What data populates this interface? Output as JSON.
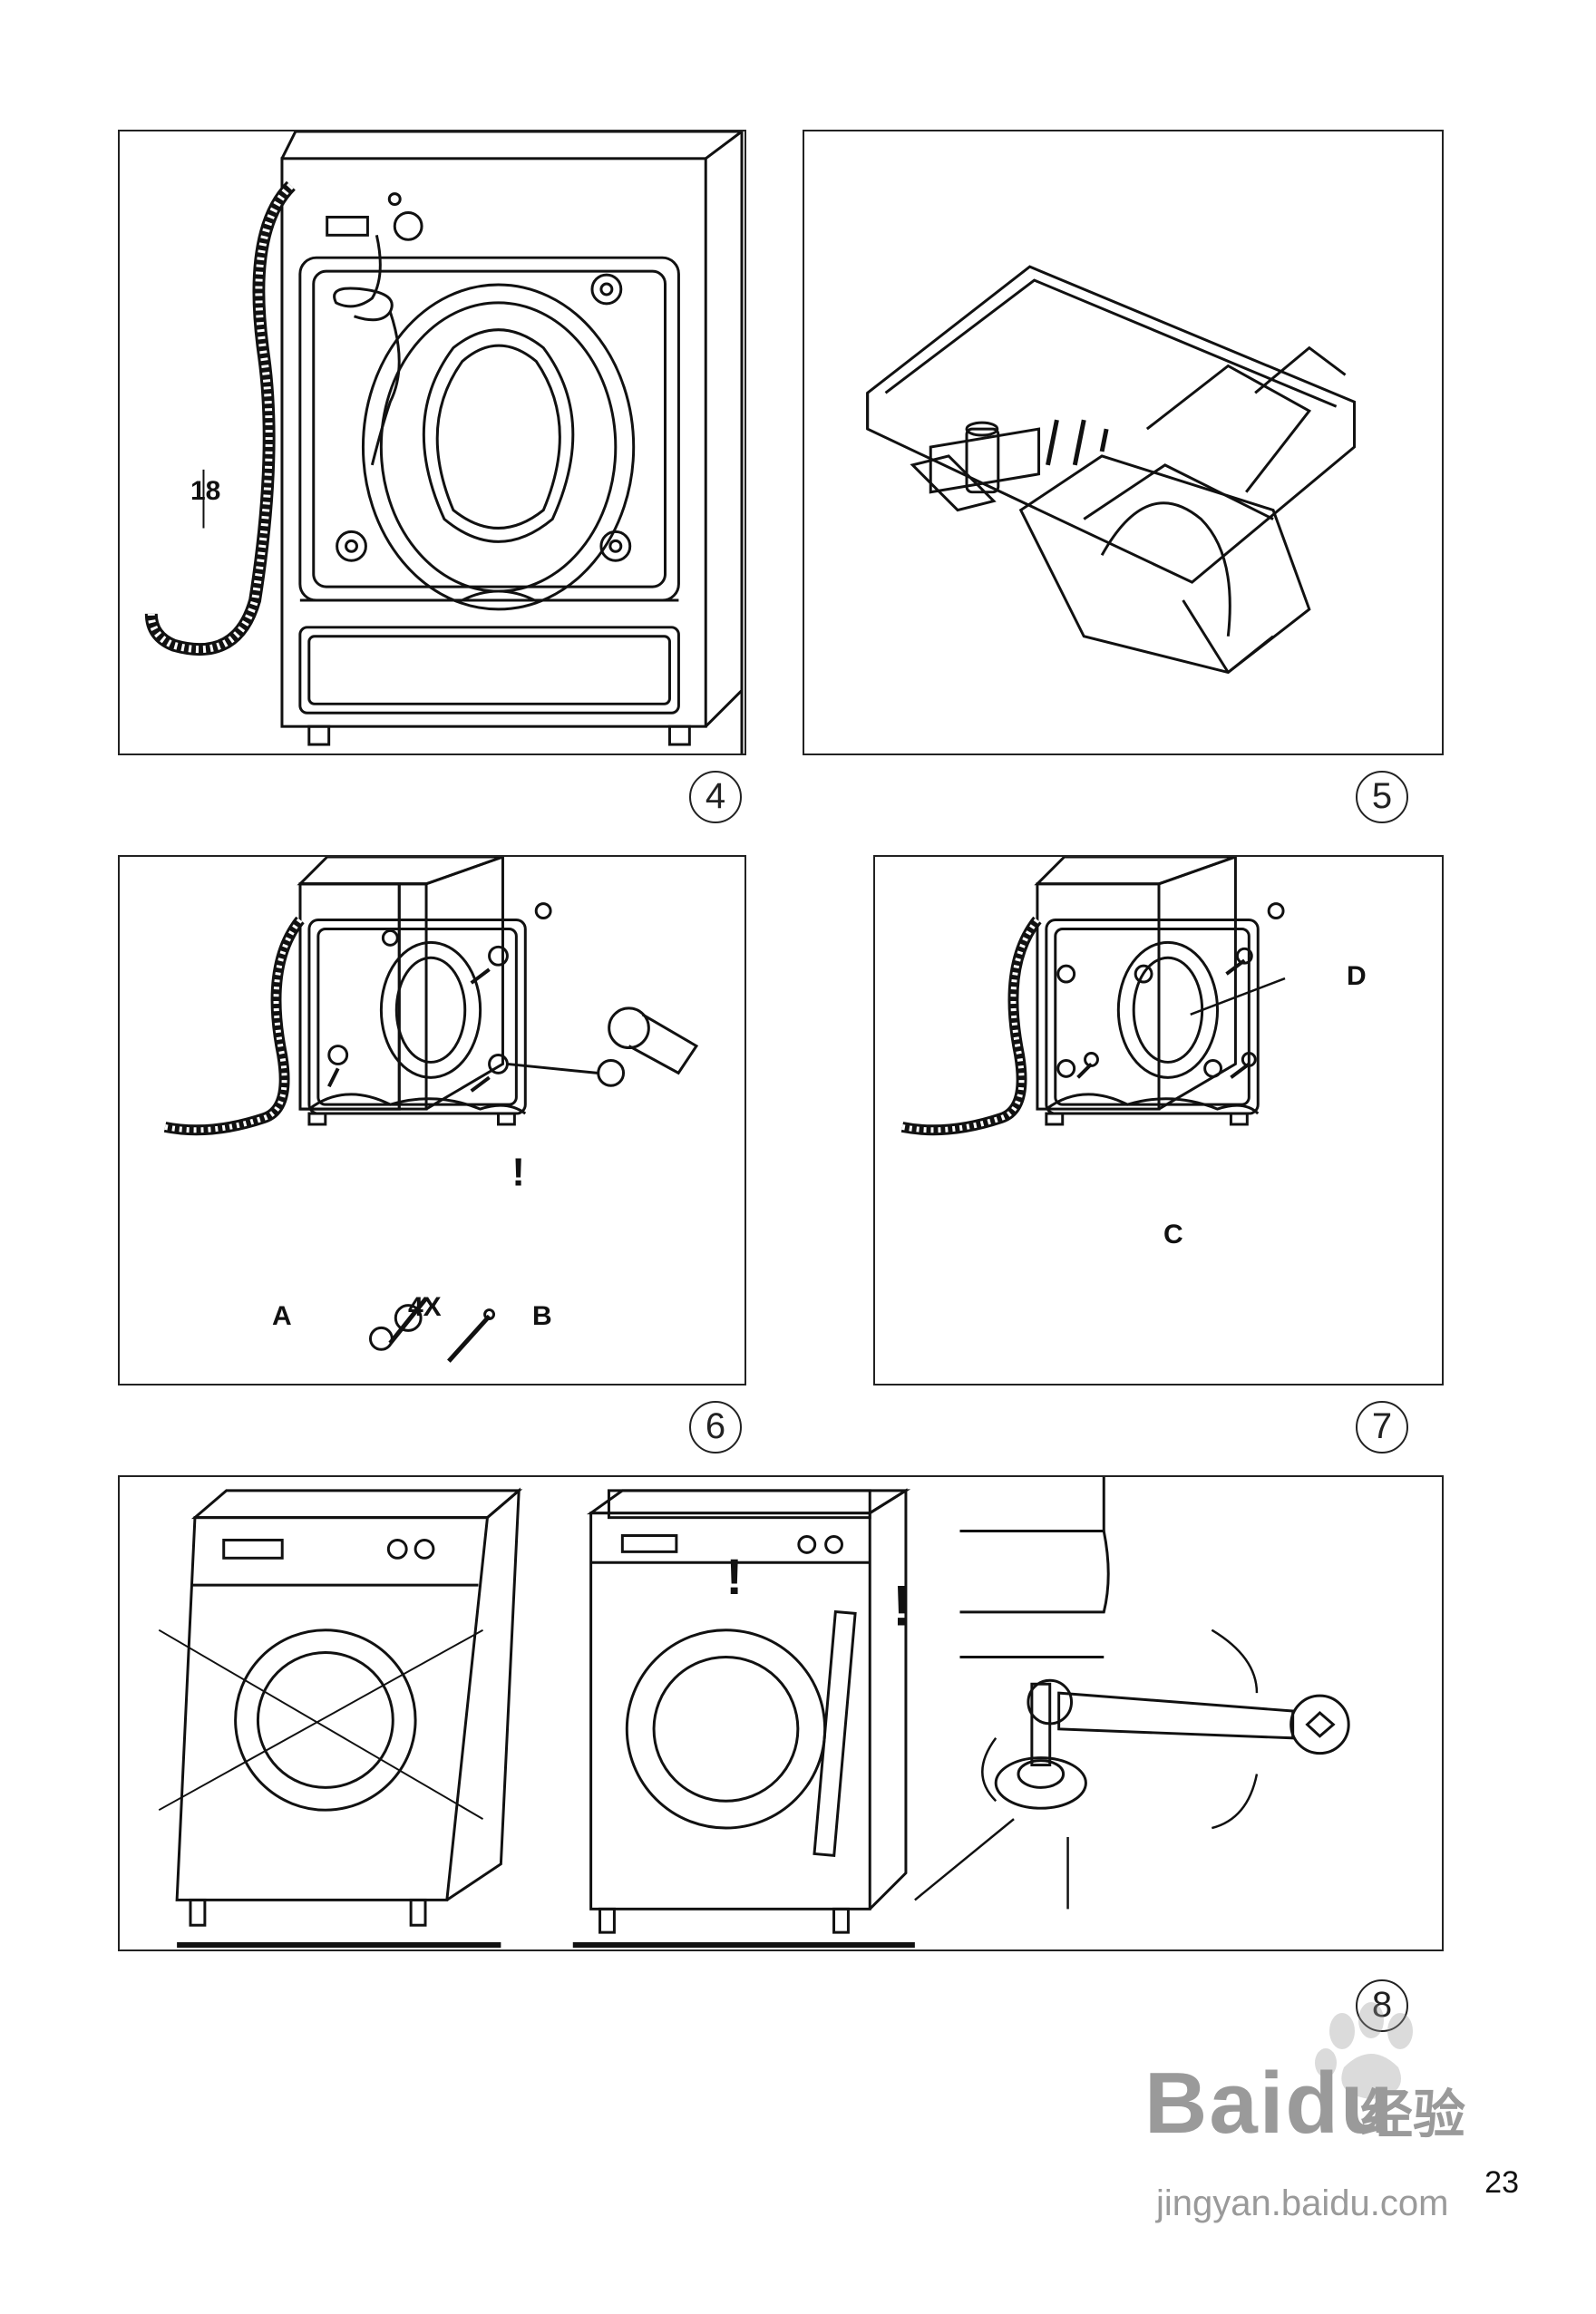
{
  "page": {
    "number": "23"
  },
  "figures": [
    {
      "id": "fig4",
      "number": "4",
      "labels": {
        "hose": "18"
      }
    },
    {
      "id": "fig5",
      "number": "5",
      "labels": {}
    },
    {
      "id": "fig6",
      "number": "6",
      "labels": {
        "part_a": "A",
        "quantity": "4X",
        "part_b": "B"
      }
    },
    {
      "id": "fig7",
      "number": "7",
      "labels": {
        "point_d": "D",
        "point_c": "C"
      }
    },
    {
      "id": "fig8",
      "number": "8",
      "labels": {}
    }
  ],
  "watermark": {
    "brand": "Baidu",
    "chinese": "经验",
    "url": "jingyan.baidu.com"
  }
}
